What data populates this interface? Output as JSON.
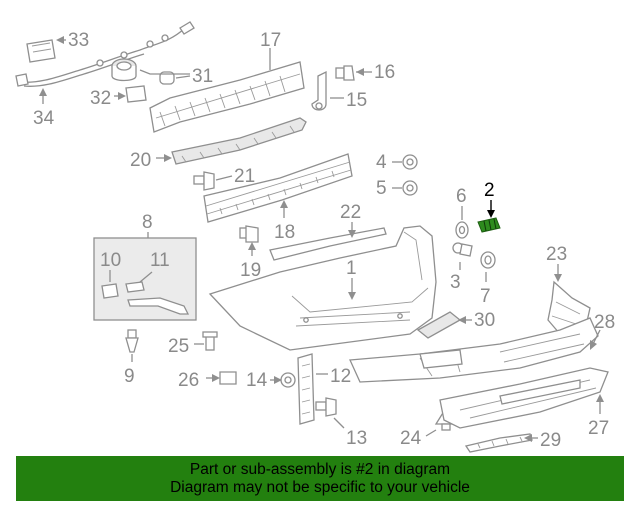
{
  "diagram": {
    "callouts": [
      "33",
      "17",
      "31",
      "16",
      "32",
      "34",
      "15",
      "20",
      "21",
      "4",
      "5",
      "6",
      "2",
      "18",
      "22",
      "8",
      "10",
      "11",
      "19",
      "1",
      "3",
      "23",
      "7",
      "30",
      "28",
      "25",
      "9",
      "26",
      "14",
      "12",
      "13",
      "24",
      "29",
      "27"
    ],
    "highlighted_part": "2",
    "highlight_color": "#2e8b1e"
  },
  "banner": {
    "line1": "Part or sub-assembly is #2 in diagram",
    "line2": "Diagram may not be specific to your vehicle",
    "background": "#23800f"
  }
}
